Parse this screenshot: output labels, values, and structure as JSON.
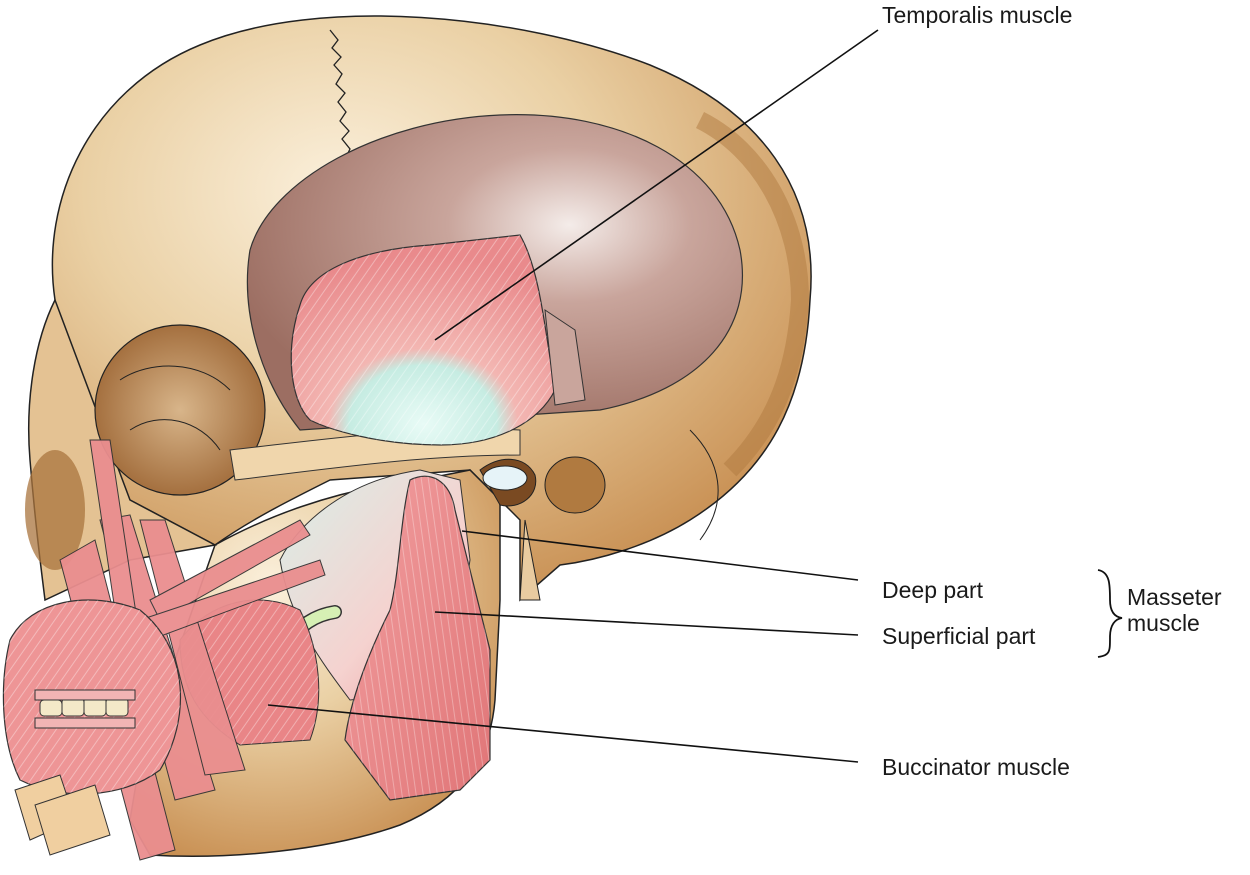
{
  "labels": {
    "temporalis": "Temporalis muscle",
    "deep_part": "Deep part",
    "superficial_part": "Superficial part",
    "masseter_line1": "Masseter",
    "masseter_line2": "muscle",
    "buccinator": "Buccinator muscle"
  },
  "colors": {
    "bone": "#dcb07c",
    "bone_light": "#f5e1c2",
    "bone_shadow": "#a9743e",
    "muscle": "#ec8f8f",
    "muscle_light": "#f7c2c0",
    "muscle_dark": "#d46a6d",
    "tendon": "#dff3ee",
    "temporal_fossa": "#b48a82",
    "leader_line": "#111111"
  }
}
